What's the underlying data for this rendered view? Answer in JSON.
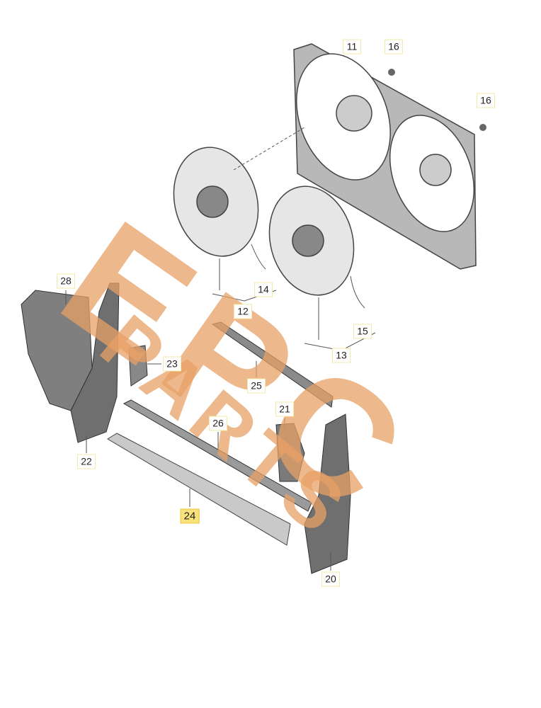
{
  "diagram": {
    "labels": [
      {
        "id": "11",
        "text": "11",
        "highlighted": false
      },
      {
        "id": "16a",
        "text": "16",
        "highlighted": false
      },
      {
        "id": "16b",
        "text": "16",
        "highlighted": false
      },
      {
        "id": "14",
        "text": "14",
        "highlighted": false
      },
      {
        "id": "12",
        "text": "12",
        "highlighted": false
      },
      {
        "id": "15",
        "text": "15",
        "highlighted": false
      },
      {
        "id": "13",
        "text": "13",
        "highlighted": false
      },
      {
        "id": "28",
        "text": "28",
        "highlighted": false
      },
      {
        "id": "23",
        "text": "23",
        "highlighted": false
      },
      {
        "id": "25",
        "text": "25",
        "highlighted": false
      },
      {
        "id": "21",
        "text": "21",
        "highlighted": false
      },
      {
        "id": "26",
        "text": "26",
        "highlighted": false
      },
      {
        "id": "22",
        "text": "22",
        "highlighted": false
      },
      {
        "id": "24",
        "text": "24",
        "highlighted": true
      },
      {
        "id": "20",
        "text": "20",
        "highlighted": false
      }
    ],
    "watermark": {
      "line1": "EPC",
      "line2": "PARTS",
      "color": "#e8a166"
    },
    "colors": {
      "part": "#8c8c8c",
      "part_dark": "#555555",
      "highlight": "#f9e27a"
    }
  }
}
